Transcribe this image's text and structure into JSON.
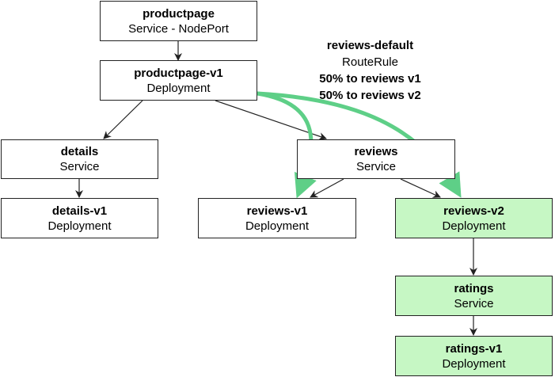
{
  "nodes": {
    "productpage": {
      "name": "productpage",
      "kind": "Service - NodePort"
    },
    "productpage_v1": {
      "name": "productpage-v1",
      "kind": "Deployment"
    },
    "details": {
      "name": "details",
      "kind": "Service"
    },
    "details_v1": {
      "name": "details-v1",
      "kind": "Deployment"
    },
    "reviews": {
      "name": "reviews",
      "kind": "Service"
    },
    "reviews_v1": {
      "name": "reviews-v1",
      "kind": "Deployment"
    },
    "reviews_v2": {
      "name": "reviews-v2",
      "kind": "Deployment"
    },
    "ratings": {
      "name": "ratings",
      "kind": "Service"
    },
    "ratings_v1": {
      "name": "ratings-v1",
      "kind": "Deployment"
    }
  },
  "route_rule": {
    "name": "reviews-default",
    "kind": "RouteRule",
    "lines": [
      "50% to reviews v1",
      "50% to reviews v2"
    ]
  },
  "colors": {
    "highlight_fill": "#c6f7c4",
    "route_arrow": "#5ecf87",
    "edge": "#222222"
  }
}
